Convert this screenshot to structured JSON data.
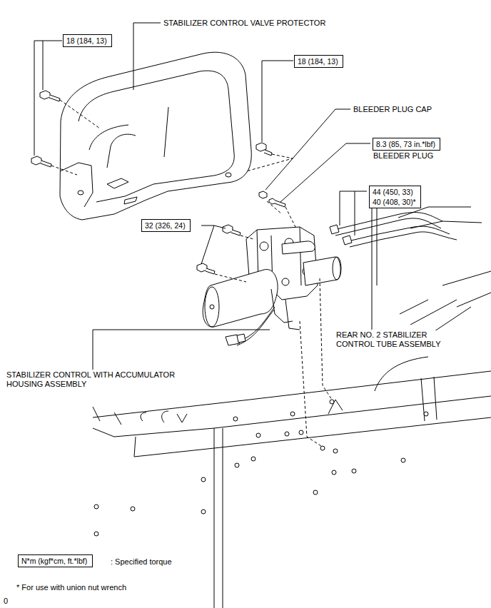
{
  "diagram": {
    "nodes": [
      {
        "text": [
          "18 (184, 13)"
        ]
      },
      {
        "text": [
          "18 (184, 13)"
        ]
      },
      {
        "text": [
          "8.3 (85, 73 in.*lbf)"
        ]
      },
      {
        "text": [
          "44 (450, 33)",
          "40 (408, 30)*"
        ]
      },
      {
        "text": [
          "32 (326, 24)"
        ]
      },
      {
        "text": [
          "N*m (kgf*cm, ft.*lbf)"
        ]
      }
    ],
    "labels": [
      "STABILIZER CONTROL VALVE PROTECTOR",
      "BLEEDER PLUG CAP",
      "BLEEDER PLUG",
      "REAR NO. 2 STABILIZER CONTROL TUBE ASSEMBLY",
      "STABILIZER CONTROL WITH ACCUMULATOR HOUSING ASSEMBLY",
      ": Specified torque",
      "* For use with union nut wrench",
      "0"
    ]
  }
}
